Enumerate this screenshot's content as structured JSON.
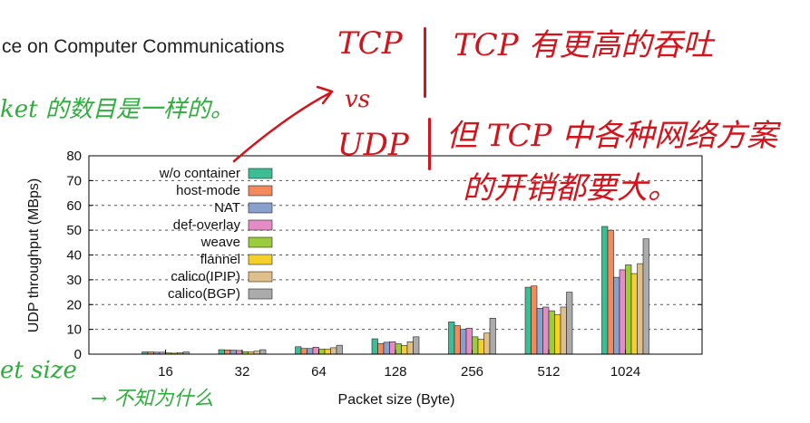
{
  "slide": {
    "title": "ce on Computer Communications"
  },
  "annotations": {
    "tcp": "TCP",
    "vs": "vs",
    "udp": "UDP",
    "tcp_higher_throughput": "TCP 有更高的吞吐",
    "but_tcp": "但 TCP 中各种网络方案",
    "overhead_larger": "的开销都要大。",
    "left_top": "ket 的数目是一样的。",
    "left_bottom": "et size",
    "bottom_arrow": "→ 不知为什么"
  },
  "colors": {
    "annotation_red": "#d4141c",
    "annotation_green": "#2eae3c"
  },
  "chart_data": {
    "type": "bar",
    "xlabel": "Packet size (Byte)",
    "ylabel": "UDP throughput (MBps)",
    "ylim": [
      0,
      80
    ],
    "yticks": [
      0,
      10,
      20,
      30,
      40,
      50,
      60,
      70,
      80
    ],
    "grid": "horizontal dashed",
    "legend_position": "top-left",
    "categories": [
      "16",
      "32",
      "64",
      "128",
      "256",
      "512",
      "1024"
    ],
    "series": [
      {
        "name": "w/o container",
        "color": "#3dbd96",
        "values": [
          0.9,
          1.8,
          3.0,
          6.2,
          13.0,
          27.0,
          51.5
        ]
      },
      {
        "name": "host-mode",
        "color": "#f28a5c",
        "values": [
          0.9,
          1.7,
          2.3,
          4.3,
          11.5,
          27.5,
          50.0
        ]
      },
      {
        "name": "NAT",
        "color": "#8aa0cc",
        "values": [
          0.8,
          1.6,
          2.3,
          4.8,
          10.0,
          18.5,
          31.0
        ]
      },
      {
        "name": "def-overlay",
        "color": "#e58cc6",
        "values": [
          0.8,
          1.5,
          2.8,
          5.0,
          10.5,
          19.0,
          34.0
        ]
      },
      {
        "name": "weave",
        "color": "#9bcc3c",
        "values": [
          0.5,
          1.0,
          2.0,
          4.2,
          7.0,
          17.5,
          36.0
        ]
      },
      {
        "name": "flannel",
        "color": "#f5cf2a",
        "values": [
          0.4,
          0.9,
          2.0,
          3.5,
          6.0,
          16.0,
          32.5
        ]
      },
      {
        "name": "calico(IPIP)",
        "color": "#e0c08a",
        "values": [
          0.6,
          1.2,
          2.6,
          5.0,
          8.5,
          19.0,
          36.5
        ]
      },
      {
        "name": "calico(BGP)",
        "color": "#ababab",
        "values": [
          0.9,
          1.8,
          3.6,
          7.0,
          14.5,
          25.0,
          46.5
        ]
      }
    ]
  }
}
